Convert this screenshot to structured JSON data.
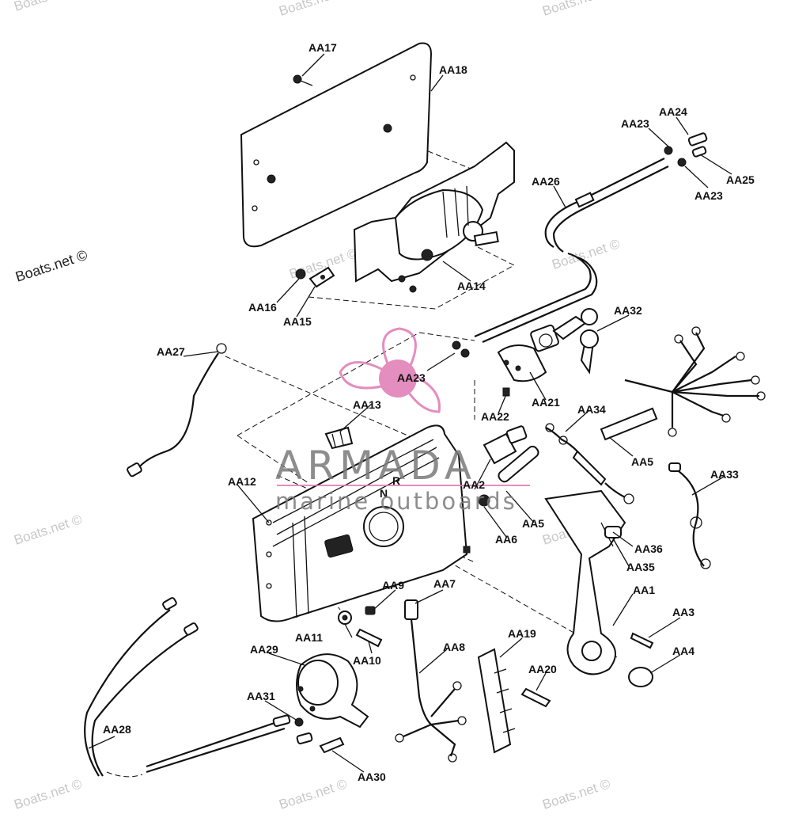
{
  "watermark": {
    "text": "Boats.net ©",
    "brand_title": "ARMADA",
    "brand_subtitle": "marine outboards",
    "brand_color": "#e07ab5"
  },
  "labels": {
    "AA1": "AA1",
    "AA2": "AA2",
    "AA3": "AA3",
    "AA4": "AA4",
    "AA5a": "AA5",
    "AA5b": "AA5",
    "AA6": "AA6",
    "AA7": "AA7",
    "AA8": "AA8",
    "AA9": "AA9",
    "AA10": "AA10",
    "AA11": "AA11",
    "AA12": "AA12",
    "AA13": "AA13",
    "AA14": "AA14",
    "AA15": "AA15",
    "AA16": "AA16",
    "AA17": "AA17",
    "AA18": "AA18",
    "AA19": "AA19",
    "AA20": "AA20",
    "AA21": "AA21",
    "AA22": "AA22",
    "AA23a": "AA23",
    "AA23b": "AA23",
    "AA23c": "AA23",
    "AA24": "AA24",
    "AA25": "AA25",
    "AA26": "AA26",
    "AA27": "AA27",
    "AA28": "AA28",
    "AA29": "AA29",
    "AA30": "AA30",
    "AA31": "AA31",
    "AA32": "AA32",
    "AA33": "AA33",
    "AA34": "AA34",
    "AA35": "AA35",
    "AA36": "AA36"
  }
}
